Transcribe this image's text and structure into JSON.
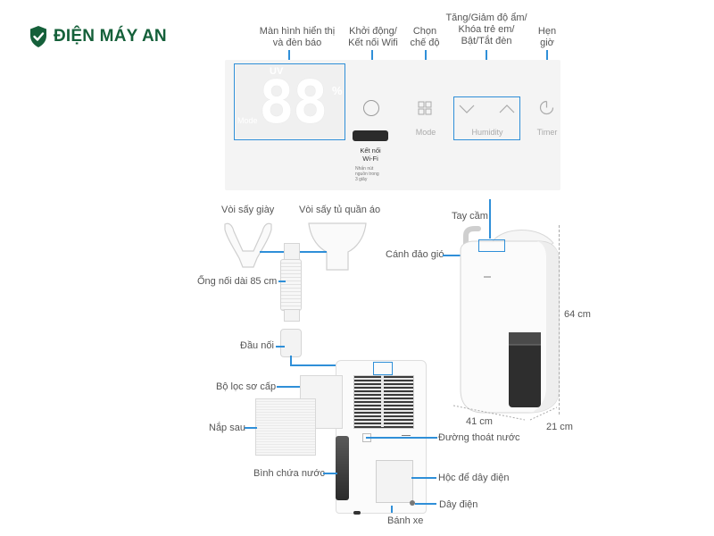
{
  "brand": {
    "name": "ĐIỆN MÁY",
    "accent": "AN",
    "color": "#15603a",
    "icon": "shield-check-icon"
  },
  "control_panel": {
    "display": {
      "uv": "UV",
      "digits": "88",
      "percent": "%",
      "mode": "Mode"
    },
    "wifi_button": {
      "label_line1": "Kết nối",
      "label_line2": "Wi-Fi",
      "hint_line1": "Nhấn nút",
      "hint_line2": "nguồn trong",
      "hint_line3": "3 giây"
    },
    "mode_label": "Mode",
    "humidity_label": "Humidity",
    "timer_label": "Timer"
  },
  "callouts": {
    "display": {
      "line1": "Màn hình hiển thị",
      "line2": "và đèn báo"
    },
    "power": {
      "line1": "Khởi động/",
      "line2": "Kết nối Wifi"
    },
    "mode": {
      "line1": "Chọn",
      "line2": "chế độ"
    },
    "humidity": {
      "line1": "Tăng/Giảm độ ẩm/",
      "line2": "Khóa trẻ em/",
      "line3": "Bật/Tắt đèn"
    },
    "timer": {
      "line1": "Hẹn",
      "line2": "giờ"
    },
    "shoe_nozzle": "Vòi sấy giày",
    "wardrobe_nozzle": "Vòi sấy tủ quần áo",
    "hose": "Ống nối dài 85 cm",
    "connector": "Đầu nối",
    "pre_filter": "Bộ lọc sơ cấp",
    "back_cover": "Nắp sau",
    "water_tank": "Bình chứa nước",
    "wheel": "Bánh xe",
    "power_cord": "Dây điện",
    "cord_compartment": "Hộc để dây điện",
    "drain": "Đường thoát nước",
    "handle": "Tay cầm",
    "louver": "Cánh đảo gió"
  },
  "dimensions": {
    "height": "64 cm",
    "width": "41 cm",
    "depth": "21 cm"
  },
  "colors": {
    "callout_line": "#2f8fd8",
    "display_digits": "#ffffff",
    "panel_bg": "#f4f4f4"
  }
}
